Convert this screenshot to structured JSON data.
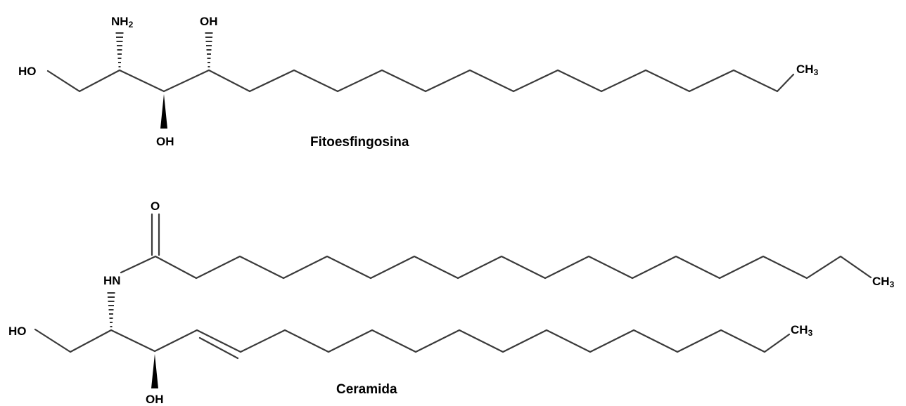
{
  "molecules": [
    {
      "name": "Fitoesfingosina",
      "atoms": {
        "ho": "HO",
        "nh": "NH",
        "nh_sub": "2",
        "oh_top": "OH",
        "oh_bottom": "OH",
        "ch": "CH",
        "ch_sub": "3"
      }
    },
    {
      "name": "Ceramida",
      "atoms": {
        "o": "O",
        "hn": "HN",
        "ho": "HO",
        "oh": "OH",
        "ch_acyl": "CH",
        "ch_acyl_sub": "3",
        "ch_sph": "CH",
        "ch_sph_sub": "3"
      }
    }
  ]
}
